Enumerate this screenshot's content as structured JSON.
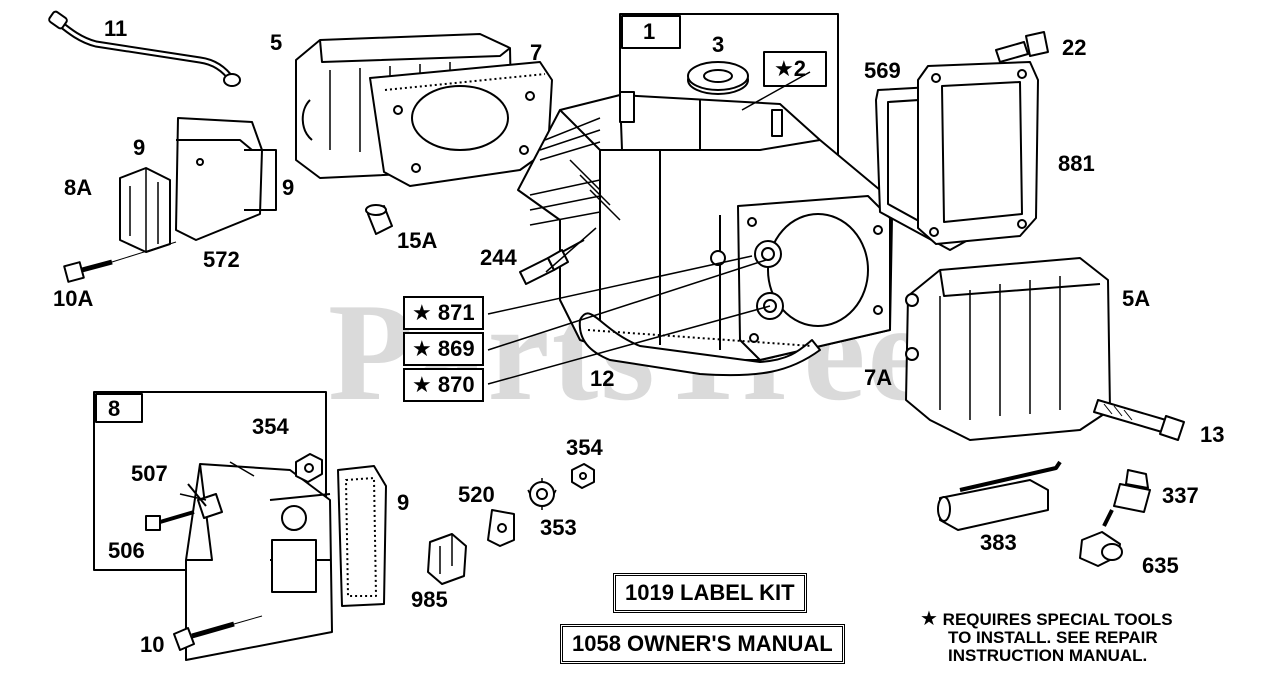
{
  "watermark": "PartsTree",
  "callouts": {
    "c11": "11",
    "c5": "5",
    "c7": "7",
    "c1": "1",
    "c3": "3",
    "c2": "2",
    "c569": "569",
    "c22": "22",
    "c881": "881",
    "c9a": "9",
    "c9b": "9",
    "c8a": "8A",
    "c572": "572",
    "c10a": "10A",
    "c15a": "15A",
    "c244": "244",
    "c871": "871",
    "c869": "869",
    "c870": "870",
    "c12": "12",
    "c7a": "7A",
    "c5a": "5A",
    "c13": "13",
    "c8": "8",
    "c354a": "354",
    "c507": "507",
    "c506": "506",
    "c9c": "9",
    "c10": "10",
    "c520": "520",
    "c354b": "354",
    "c353": "353",
    "c985": "985",
    "c383": "383",
    "c337": "337",
    "c635": "635"
  },
  "star_symbol": "★",
  "kits": {
    "label_kit": "1019 LABEL KIT",
    "owners_manual": "1058 OWNER'S MANUAL"
  },
  "note": {
    "line1": "REQUIRES SPECIAL TOOLS",
    "line2": "TO INSTALL.  SEE REPAIR",
    "line3": "INSTRUCTION MANUAL."
  }
}
